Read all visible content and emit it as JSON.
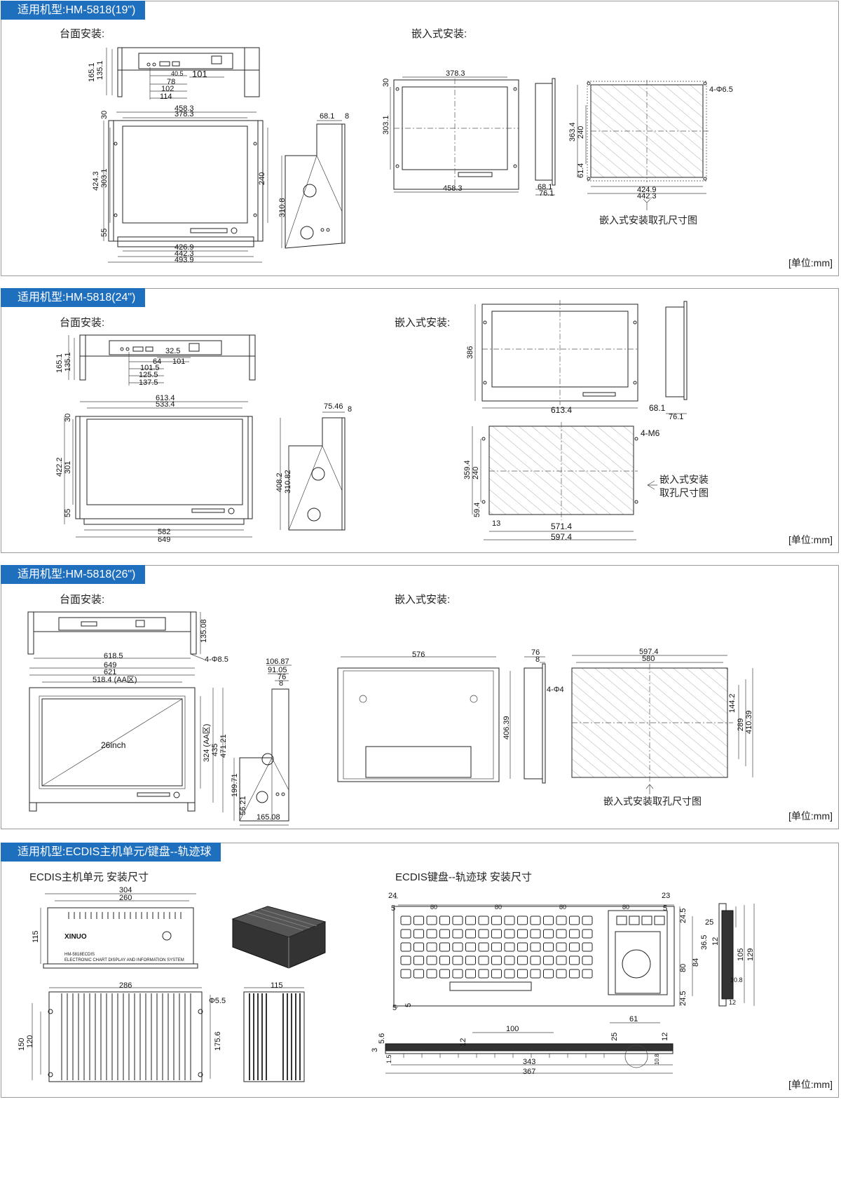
{
  "panels": [
    {
      "tab": "适用机型:HM-5818(19\")",
      "desk_label": "台面安装:",
      "embed_label": "嵌入式安装:",
      "cutout_label": "嵌入式安装取孔尺寸图",
      "unit": "[单位:mm]",
      "dims": {
        "d1": "165.1",
        "d2": "135.1",
        "d3": "40.5",
        "d4": "101",
        "d5": "78",
        "d6": "102",
        "d7": "114",
        "d8": "458.3",
        "d9": "378.3",
        "d10": "30",
        "d11": "424.3",
        "d12": "303.1",
        "d13": "240",
        "d14": "55",
        "d15": "426.9",
        "d16": "442.3",
        "d17": "493.9",
        "d18": "68.1",
        "d19": "8",
        "d20": "310.8",
        "d21": "378.3",
        "d22": "30",
        "d23": "303.1",
        "d24": "458.3",
        "d25": "68.1",
        "d26": "76.1",
        "d27": "4-Φ6.5",
        "d28": "363.4",
        "d29": "240",
        "d30": "61.4",
        "d31": "424.9",
        "d32": "442.3"
      }
    },
    {
      "tab": "适用机型:HM-5818(24\")",
      "desk_label": "台面安装:",
      "embed_label": "嵌入式安装:",
      "cutout_label_1": "嵌入式安装",
      "cutout_label_2": "取孔尺寸图",
      "unit": "[单位:mm]",
      "dims": {
        "d1": "165.1",
        "d2": "135.1",
        "d3": "32.5",
        "d4": "64",
        "d5": "101",
        "d6": "101.5",
        "d7": "125.5",
        "d8": "137.5",
        "d9": "613.4",
        "d10": "533.4",
        "d11": "30",
        "d12": "422.2",
        "d13": "301",
        "d14": "55",
        "d15": "582",
        "d16": "649",
        "d17": "75.46",
        "d18": "8",
        "d19": "408.2",
        "d20": "310.82",
        "d21": "386",
        "d22": "613.4",
        "d23": "68.1",
        "d24": "76.1",
        "d25": "4-M6",
        "d26": "359.4",
        "d27": "240",
        "d28": "59.4",
        "d29": "13",
        "d30": "571.4",
        "d31": "597.4"
      }
    },
    {
      "tab": "适用机型:HM-5818(26\")",
      "desk_label": "台面安装:",
      "embed_label": "嵌入式安装:",
      "cutout_label": "嵌入式安装取孔尺寸图",
      "unit": "[单位:mm]",
      "screen_label": "26inch",
      "dims": {
        "d1": "135.08",
        "d2": "618.5",
        "d3": "4-Φ8.5",
        "d4": "649",
        "d5": "621",
        "d6": "518.4 (AA区)",
        "d7": "324 (AA区)",
        "d8": "435",
        "d9": "471.21",
        "d10": "106.87",
        "d11": "91.05",
        "d12": "76",
        "d13": "8",
        "d14": "199.71",
        "d15": "56.21",
        "d16": "165.08",
        "d17": "576",
        "d18": "406.39",
        "d19": "76",
        "d20": "8",
        "d21": "4-Φ4",
        "d22": "597.4",
        "d23": "580",
        "d24": "144.2",
        "d25": "289",
        "d26": "410.39"
      }
    },
    {
      "tab": "适用机型:ECDIS主机单元/键盘--轨迹球",
      "host_label": "ECDIS主机单元 安装尺寸",
      "kbd_label": "ECDIS键盘--轨迹球 安装尺寸",
      "unit": "[单位:mm]",
      "brand": "XINUO",
      "model_line1": "HM-5818ECDIS",
      "model_line2": "ELECTRONIC CHART DISPLAY AND INFORMATION SYSTEM",
      "dims": {
        "d1": "304",
        "d2": "260",
        "d3": "115",
        "d4": "286",
        "d5": "Φ5.5",
        "d6": "150",
        "d7": "120",
        "d8": "175.6",
        "d9": "115",
        "d10": "24",
        "d11": "5",
        "d12": "80",
        "d13": "80",
        "d14": "80",
        "d15": "80",
        "d16": "23",
        "d17": "5",
        "d18": "24.5",
        "d19": "80",
        "d20": "84",
        "d21": "24.5",
        "d22": "5",
        "d23": "5",
        "d24": "25",
        "d25": "36.5",
        "d26": "12",
        "d27": "105",
        "d28": "129",
        "d29": "10.8",
        "d30": "12",
        "d31": "100",
        "d32": "61",
        "d33": "5.6",
        "d34": "3",
        "d35": "12",
        "d36": "25",
        "d37": "12",
        "d38": "1.5",
        "d39": "343",
        "d40": "367",
        "d41": "10.8"
      }
    }
  ],
  "colors": {
    "tab_bg": "#1f6fbf",
    "tab_text": "#ffffff",
    "border": "#9a9a9a"
  }
}
